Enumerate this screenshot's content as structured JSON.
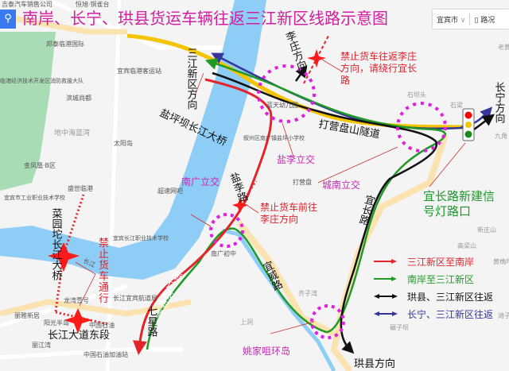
{
  "title": "南岸、长宁、珙县货运车辆往返三江新区线路示意图",
  "topbar": {
    "search_icon": "search-icon",
    "city": "宜宾市",
    "city_chevron": "∨",
    "traffic": "路况",
    "traffic_icon": "traffic-icon"
  },
  "pois": [
    "吉泰汽车销售公司",
    "恒旭·铜雀台",
    "邦泰临港国际",
    "宜宾临港客运站",
    "临港经济技术开发区消防救援大队",
    "滨城尚都",
    "地中海蓝湾",
    "太阳岛",
    "金凤凰·B区",
    "盛世临港",
    "宜宾市工业职业技术学校",
    "宜宾长江职业技术学校",
    "龙湾壹号",
    "长江宜宾航道局",
    "丽雅新居",
    "阳光半岛",
    "中国石油",
    "丽江湾",
    "中国石油加油站",
    "超速网吧",
    "叙州区南广镇盐坪小学校",
    "蓝天幼儿园",
    "打营盘",
    "石坝头",
    "石梁",
    "九角",
    "南广初中",
    "齐子湾",
    "上洞",
    "碾子坝",
    "高梁山",
    "黄桷坪",
    "滩子",
    "老黄",
    "新庄山",
    "长江",
    "宜威路",
    "宜长路"
  ],
  "labels": {
    "sanjiang_dir": "三江新区方向",
    "lizhuang_dir": "李庄方向",
    "changning_dir": "长宁方向",
    "gongxian_dir": "珙县方向",
    "yanpingba_bridge": "盐坪坝长江大桥",
    "dayingpan_tunnel": "打营盘山隧道",
    "yanli_road": "盐李路",
    "nanguang_viaduct": "南广高架桥",
    "yiwei_road": "宜威路",
    "yichang_road": "宜长路",
    "qixing_road": "七星路",
    "caiyuantuo_bridge": "菜园坨长江大桥",
    "changjiang_east": "长江大道东段"
  },
  "interchanges": {
    "yanli": "盐李立交",
    "chengnan": "城南立交",
    "nanguang": "南广立交",
    "yaojiazui": "姚家咀环岛"
  },
  "notices": {
    "lizhuang": "禁止货车往返李庄方向，请绕行宜长路",
    "yanli_road": "禁止货车前往李庄方向",
    "bridge": "禁止货车通行",
    "signal": "宜长路新建信号灯路口"
  },
  "legend": [
    {
      "label": "三江新区至南岸",
      "color": "#e3242b",
      "type": "one-way"
    },
    {
      "label": "南岸至三江新区",
      "color": "#1f9a26",
      "type": "one-way"
    },
    {
      "label": "珙县、三江新区往返",
      "color": "#111111",
      "type": "two-way"
    },
    {
      "label": "长宁、三江新区往返",
      "color": "#34369a",
      "type": "two-way"
    }
  ],
  "colors": {
    "river": "#8ecdf5",
    "yellow_route": "#f5c400",
    "interchange": "#e020e0",
    "title": "#d21ea0",
    "ban": "#ff1a1a"
  }
}
